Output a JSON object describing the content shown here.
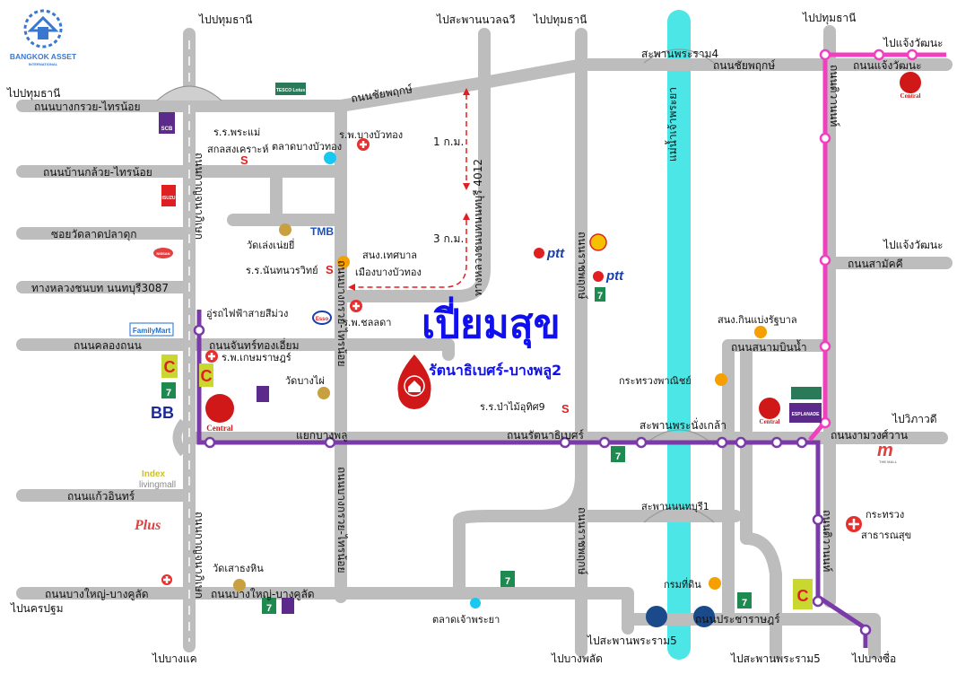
{
  "brand": {
    "name": "BANGKOK ASSET",
    "sub": "INTERNATIONAL"
  },
  "project": {
    "title": "เปี่ยมสุข",
    "subtitle": "รัตนาธิเบศร์-บางพลู2",
    "pin_icon": "home-pin-icon"
  },
  "colors": {
    "road": "#bdbdbd",
    "river": "#4de6e6",
    "purple_line": "#7a3aa8",
    "pink_line": "#f040c0",
    "title": "#1010ee",
    "distance_arrow": "#e02020",
    "poi_orange": "#f5a000",
    "poi_cyan": "#19c8f0"
  },
  "directions": {
    "top_pathum_1": "ไปปทุมธานี",
    "top_nuanchawi": "ไปสะพานนวลฉวี",
    "top_pathum_2": "ไปปทุมธานี",
    "top_pathum_3": "ไปปทุมธานี",
    "left_pathum": "ไปปทุมธานี",
    "chaeng_1": "ไปแจ้งวัฒนะ",
    "chaeng_2": "ไปแจ้งวัฒนะ",
    "vibhavadi": "ไปวิภาวดี",
    "nakhon_pathom": "ไปนครปฐม",
    "bang_khae": "ไปบางแค",
    "bang_phlat": "ไปบางพลัด",
    "rama5_a": "ไปสะพานพระราม5",
    "rama5_b": "ไปสะพานพระราม5",
    "bang_sue": "ไปบางซื่อ"
  },
  "roads": {
    "bangkruai_sainoi": "ถนนบางกรวย-ไทรน้อย",
    "chaiyaphruek_1": "ถนนชัยพฤกษ์",
    "chaiyaphruek_2": "ถนนชัยพฤกษ์",
    "chaengwattana": "ถนนแจ้งวัฒนะ",
    "tiwanon_1": "ถนนติวานนท์",
    "tiwanon_2": "ถนนติวานนท์",
    "banklua": "ถนนบ้านกล้วย-ไทรน้อย",
    "route4012": "ทางหลวงชนบทนนทบุรี 4012",
    "kanchanaphisek_1": "ถนนกาญจนาภิเษก",
    "kanchanaphisek_2": "ถนนกาญจนาภิเษก",
    "soi_latpladuk": "ซอยวัดลาดปลาดุก",
    "route3087": "ทางหลวงชนบท นนทบุรี3087",
    "khlong_thanon": "ถนนคลองถนน",
    "chan_thong_iam": "ถนนจันทร์ทองเอี่ยม",
    "bangkruai_v1": "ถนนบางกรวย-ไทรน้อย",
    "bangkruai_v2": "ถนนบางกรวย-ไทรน้อย",
    "ratchaphruek_1": "ถนนราชพฤกษ์",
    "ratchaphruek_2": "ถนนราชพฤกษ์",
    "rattanathibet": "ถนนรัตนาธิเบศร์",
    "ngamwongwan": "ถนนงามวงศ์วาน",
    "sanambinnam": "ถนนสนามบินน้ำ",
    "samakkhi": "ถนนสามัคคี",
    "kaew_in": "ถนนแก้วอินทร์",
    "bangyai_1": "ถนนบางใหญ่-บางคูลัด",
    "bangyai_2": "ถนนบางใหญ่-บางคูลัด",
    "pracharat": "ถนนประชาราษฎร์",
    "river": "แม่น้ำเจ้าพระยา"
  },
  "bridges": {
    "rama4": "สะพานพระราม4",
    "nangklao": "สะพานพระนั่งเกล้า",
    "nonthaburi1": "สะพานนนทบุรี1"
  },
  "junctions": {
    "bang_phlu": "แยกบางพลู"
  },
  "distances": {
    "d1": "1 ก.ม.",
    "d3": "3 ก.ม."
  },
  "places": {
    "phramae_1": "ร.ร.พระแม่",
    "phramae_2": "สกลสงเคราะห์",
    "talat_bbt": "ตลาดบางบัวทอง",
    "hosp_bbt": "ร.พ.บางบัวทอง",
    "wat_leng": "วัดเล่งเน่ยยี่",
    "nantha": "ร.ร.นันทนวรวิทย์",
    "municipal_1": "สนง.เทศบาล",
    "municipal_2": "เมืองบางบัวทอง",
    "depot": "อู่รถไฟฟ้าสายสีม่วง",
    "chollada": "ร.พ.ชลลดา",
    "kasemrad": "ร.พ.เกษมราษฎร์",
    "wat_bangphai": "วัดบางไผ่",
    "pamai": "ร.ร.ป่าไม้อุทิศ9",
    "commerce": "กระทรวงพาณิชย์",
    "lottery": "สนง.กินแบ่งรัฐบาล",
    "health_1": "กระทรวง",
    "health_2": "สาธารณสุข",
    "wat_saothong": "วัดเสาธงหิน",
    "land_dept": "กรมที่ดิน",
    "talat_cp": "ตลาดเจ้าพระยา"
  },
  "logos": {
    "scb": "SCB",
    "tmb": "TMB",
    "tesco": "TESCO Lotus",
    "ptt": "ptt",
    "shell": "Shell",
    "seven": "7",
    "esso": "Esso",
    "familymart": "FamilyMart",
    "central": "Central",
    "bigc": "C",
    "bb": "BB",
    "index": "Index",
    "livingmall": "livingmall",
    "plus": "Plus",
    "thewall": "THE MALL",
    "nissan": "NISSAN",
    "isuzu": "ISUZU",
    "esplanade": "ESPLANADE"
  }
}
